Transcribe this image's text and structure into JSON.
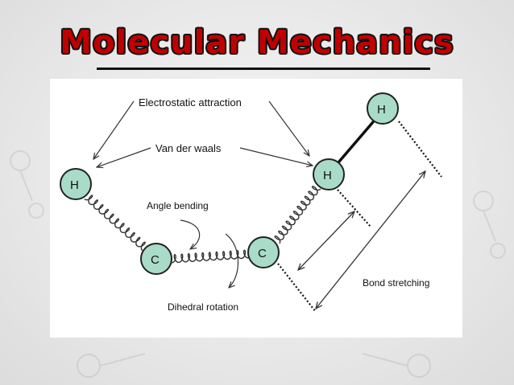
{
  "title": "Molecular Mechanics",
  "atoms": {
    "h_left": "H",
    "c_left": "C",
    "c_right": "C",
    "h_mid": "H",
    "h_top": "H"
  },
  "labels": {
    "electrostatic": "Electrostatic attraction",
    "van_der_waals": "Van der waals",
    "angle_bending": "Angle bending",
    "dihedral": "Dihedral rotation",
    "bond_stretching": "Bond stretching"
  },
  "colors": {
    "title_red": "#c00000",
    "atom_fill": "#a9dcc8",
    "atom_stroke": "#222222"
  }
}
